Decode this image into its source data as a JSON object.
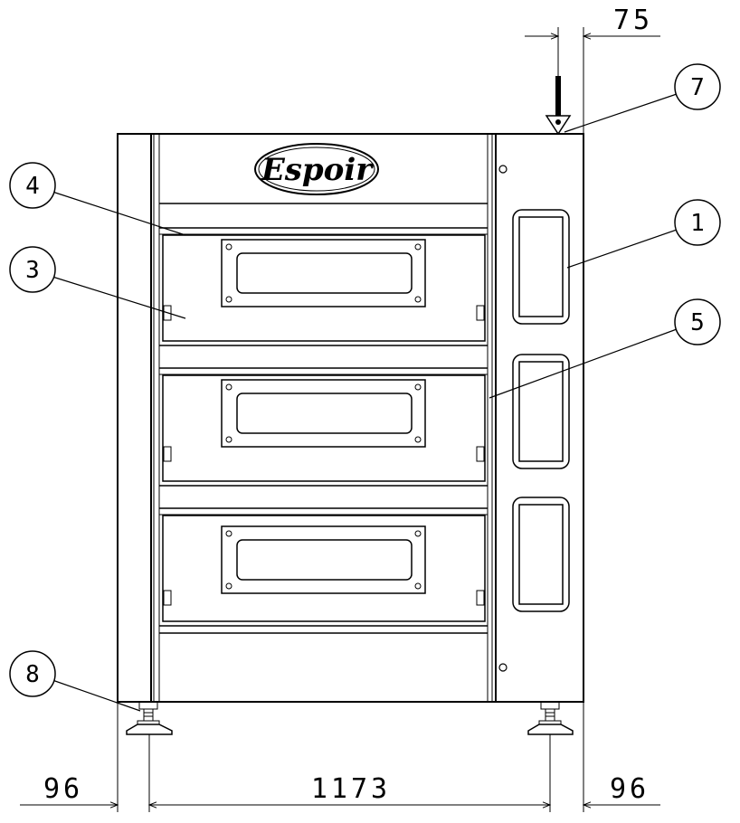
{
  "logo": {
    "text": "Espoir"
  },
  "dimensions": {
    "top_right": "75",
    "bottom_left": "96",
    "bottom_center": "1173",
    "bottom_right": "96"
  },
  "balloons": [
    {
      "id": "balloon-7",
      "label": "7"
    },
    {
      "id": "balloon-4",
      "label": "4"
    },
    {
      "id": "balloon-3",
      "label": "3"
    },
    {
      "id": "balloon-1",
      "label": "1"
    },
    {
      "id": "balloon-5",
      "label": "5"
    },
    {
      "id": "balloon-8",
      "label": "8"
    }
  ]
}
